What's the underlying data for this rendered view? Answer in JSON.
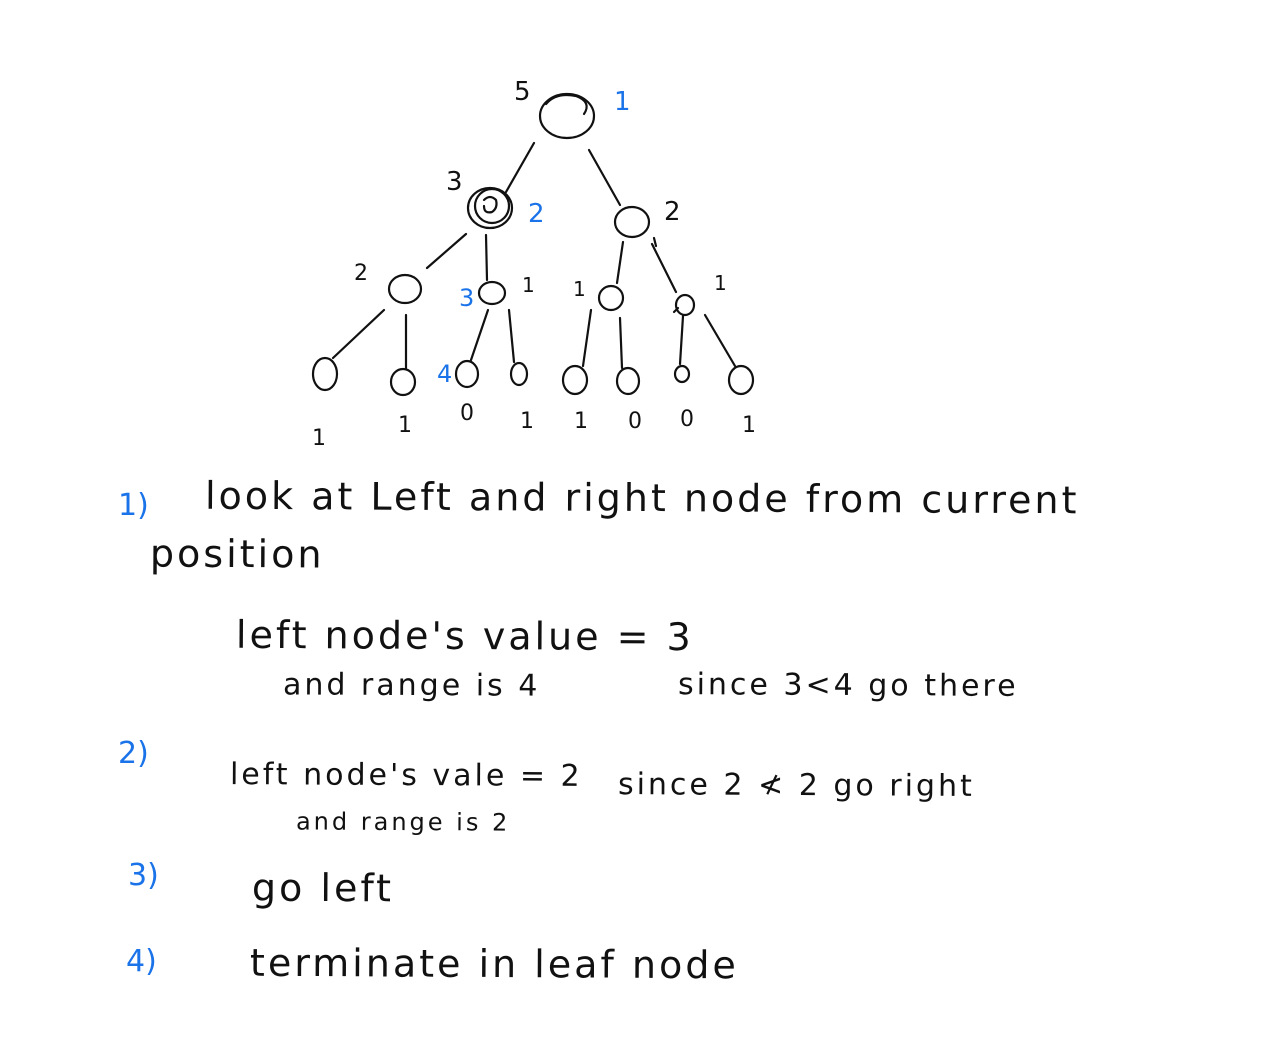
{
  "colors": {
    "ink": "#111111",
    "accent": "#1a73e8",
    "background": "#ffffff"
  },
  "tree": {
    "root": {
      "value": "5",
      "visit_order": "1"
    },
    "left": {
      "value": "3",
      "visit_order": "2"
    },
    "right": {
      "value": "2"
    },
    "left_left": {
      "value": "2"
    },
    "left_right": {
      "value": "1",
      "visit_order": "3"
    },
    "right_left": {
      "value": "1"
    },
    "right_right": {
      "value": "1"
    },
    "leaf_visit_order": "4",
    "leaf_values": [
      "1",
      "1",
      "0",
      "1",
      "1",
      "0",
      "0",
      "1"
    ]
  },
  "notes": {
    "step1": {
      "number": "1)",
      "line1": "look at Left and right node from current",
      "line2": "position",
      "detail1": "left node's value = 3",
      "detail2": "and range is 4",
      "detail3": "since 3<4 go there"
    },
    "step2": {
      "number": "2)",
      "detail1": "left node's vale = 2",
      "detail2": "and range is 2",
      "detail3": "since 2 ≮ 2 go right"
    },
    "step3": {
      "number": "3)",
      "text": "go left"
    },
    "step4": {
      "number": "4)",
      "text": "terminate in leaf node"
    }
  }
}
